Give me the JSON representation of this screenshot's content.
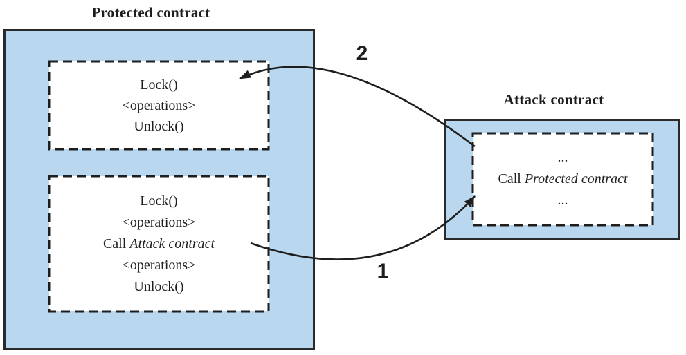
{
  "colors": {
    "box_fill": "#b9d7ee",
    "box_border": "#2a2a2a",
    "line_color": "#1e1e1e",
    "background": "#ffffff"
  },
  "protected": {
    "title": "Protected contract",
    "block1": {
      "lines": [
        "Lock()",
        "<operations>",
        "Unlock()"
      ]
    },
    "block2": {
      "line1": "Lock()",
      "line2": "<operations>",
      "call_prefix": "Call ",
      "call_target": "Attack contract",
      "line4": "<operations>",
      "line5": "Unlock()"
    }
  },
  "attack": {
    "title": "Attack contract",
    "block": {
      "dots_top": "...",
      "call_prefix": "Call ",
      "call_target": "Protected contract",
      "dots_bottom": "..."
    }
  },
  "arrows": {
    "label1": "1",
    "label2": "2"
  }
}
